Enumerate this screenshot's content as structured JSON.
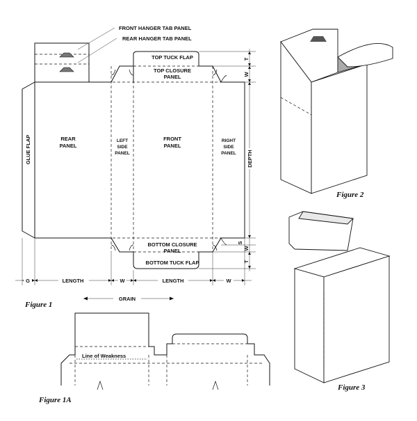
{
  "figure1": {
    "caption": "Figure 1",
    "callouts": {
      "front_hanger": "FRONT HANGER TAB PANEL",
      "rear_hanger": "REAR HANGER TAB PANEL"
    },
    "flaps": {
      "top_tuck": "TOP TUCK FLAP",
      "top_closure_l1": "TOP CLOSURE",
      "top_closure_l2": "PANEL",
      "bottom_closure_l1": "BOTTOM CLOSURE",
      "bottom_closure_l2": "PANEL",
      "bottom_tuck": "BOTTOM TUCK FLAP"
    },
    "panels": {
      "glue_flap": "GLUE FLAP",
      "rear_l1": "REAR",
      "rear_l2": "PANEL",
      "left_l1": "LEFT",
      "left_l2": "SIDE",
      "left_l3": "PANEL",
      "front_l1": "FRONT",
      "front_l2": "PANEL",
      "right_l1": "RIGHT",
      "right_l2": "SIDE",
      "right_l3": "PANEL"
    },
    "dimensions": {
      "g": "G",
      "length_1": "LENGTH",
      "w_1": "W",
      "length_2": "LENGTH",
      "w_2": "W",
      "grain": "GRAIN",
      "depth": "DEPTH",
      "t_top": "T",
      "w_top": "W",
      "s": "S",
      "w_bottom": "W",
      "t_bottom": "T"
    }
  },
  "figure1a": {
    "caption": "Figure 1A",
    "line_of_weakness": "Line of Weakness"
  },
  "figure2": {
    "caption": "Figure 2"
  },
  "figure3": {
    "caption": "Figure 3"
  }
}
